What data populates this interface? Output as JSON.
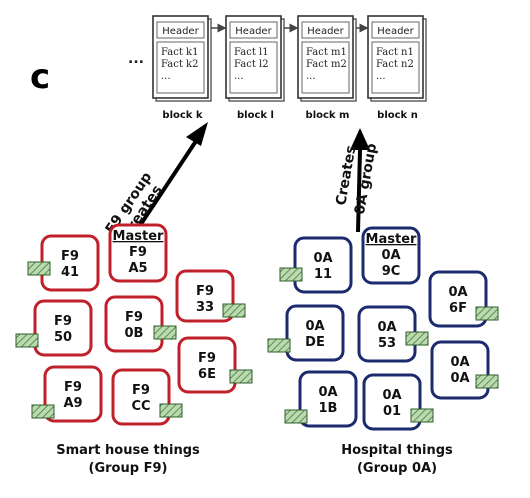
{
  "panel_letter": "c",
  "leading_dots": "...",
  "blocks": [
    {
      "header": "Header",
      "facts": [
        "Fact k1",
        "Fact k2",
        "..."
      ],
      "label": "block k"
    },
    {
      "header": "Header",
      "facts": [
        "Fact l1",
        "Fact l2",
        "..."
      ],
      "label": "block l"
    },
    {
      "header": "Header",
      "facts": [
        "Fact m1",
        "Fact m2",
        "..."
      ],
      "label": "block m"
    },
    {
      "header": "Header",
      "facts": [
        "Fact n1",
        "Fact n2",
        "..."
      ],
      "label": "block n"
    }
  ],
  "arrows": {
    "left": {
      "line1": "Creates",
      "line2": "F9 group"
    },
    "right": {
      "line1": "Creates",
      "line2": "0A group"
    }
  },
  "master_label": "Master",
  "groups": [
    {
      "caption": [
        "Smart house things",
        "(Group F9)"
      ],
      "color": "#c0202a",
      "nodes": [
        {
          "lines": [
            "F9",
            "A5"
          ],
          "master": true
        },
        {
          "lines": [
            "F9",
            "41"
          ]
        },
        {
          "lines": [
            "F9",
            "33"
          ]
        },
        {
          "lines": [
            "F9",
            "50"
          ]
        },
        {
          "lines": [
            "F9",
            "0B"
          ]
        },
        {
          "lines": [
            "F9",
            "6E"
          ]
        },
        {
          "lines": [
            "F9",
            "A9"
          ]
        },
        {
          "lines": [
            "F9",
            "CC"
          ]
        }
      ]
    },
    {
      "caption": [
        "Hospital things",
        "(Group 0A)"
      ],
      "color": "#1c2a6e",
      "nodes": [
        {
          "lines": [
            "0A",
            "9C"
          ],
          "master": true
        },
        {
          "lines": [
            "0A",
            "11"
          ]
        },
        {
          "lines": [
            "0A",
            "6F"
          ]
        },
        {
          "lines": [
            "0A",
            "DE"
          ]
        },
        {
          "lines": [
            "0A",
            "53"
          ]
        },
        {
          "lines": [
            "0A",
            "0A"
          ]
        },
        {
          "lines": [
            "0A",
            "1B"
          ]
        },
        {
          "lines": [
            "0A",
            "01"
          ]
        }
      ]
    }
  ]
}
